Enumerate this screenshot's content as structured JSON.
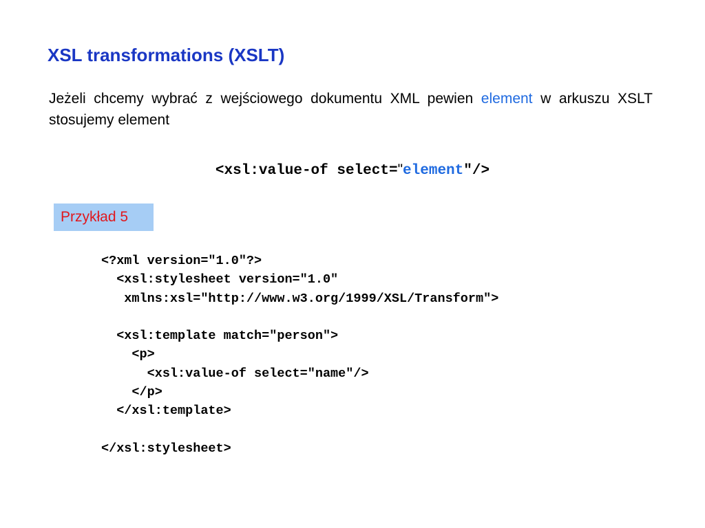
{
  "slide": {
    "title": "XSL transformations (XSLT)",
    "intro": {
      "before": "Jeżeli chcemy wybrać z wejściowego dokumentu XML pewien ",
      "highlight": "element",
      "after": " w arkuszu XSLT stosujemy element"
    },
    "syntax": {
      "prefix": "<xsl:value-of select=",
      "open_quote": "\"",
      "highlight": "element",
      "suffix": "\"/>"
    },
    "example_label": "Przykład 5",
    "code_lines": [
      "<?xml version=\"1.0\"?>",
      "  <xsl:stylesheet version=\"1.0\"",
      "   xmlns:xsl=\"http://www.w3.org/1999/XSL/Transform\">",
      "",
      "  <xsl:template match=\"person\">",
      "    <p>",
      "      <xsl:value-of select=\"name\"/>",
      "    </p>",
      "  </xsl:template>",
      "",
      "</xsl:stylesheet>"
    ]
  },
  "colors": {
    "title": "#1a37c4",
    "highlight": "#1f6ae0",
    "example_badge_bg": "#a6cdf5",
    "example_badge_text": "#e0181d"
  }
}
